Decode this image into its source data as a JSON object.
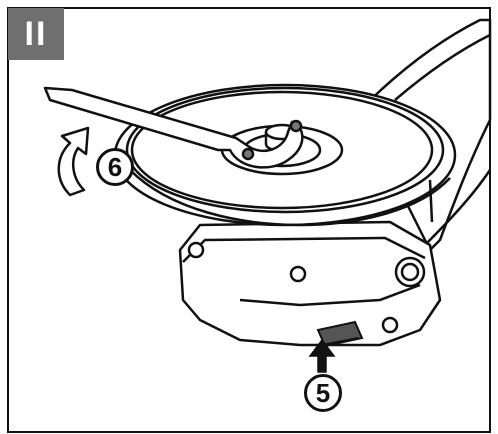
{
  "figure": {
    "panel_label": "II",
    "callouts": [
      {
        "id": "6",
        "label": "6"
      },
      {
        "id": "5",
        "label": "5"
      }
    ]
  },
  "colors": {
    "badge": "#6f6f6f",
    "line": "#111111",
    "fill": "#ffffff",
    "shade": "#dddddd"
  }
}
